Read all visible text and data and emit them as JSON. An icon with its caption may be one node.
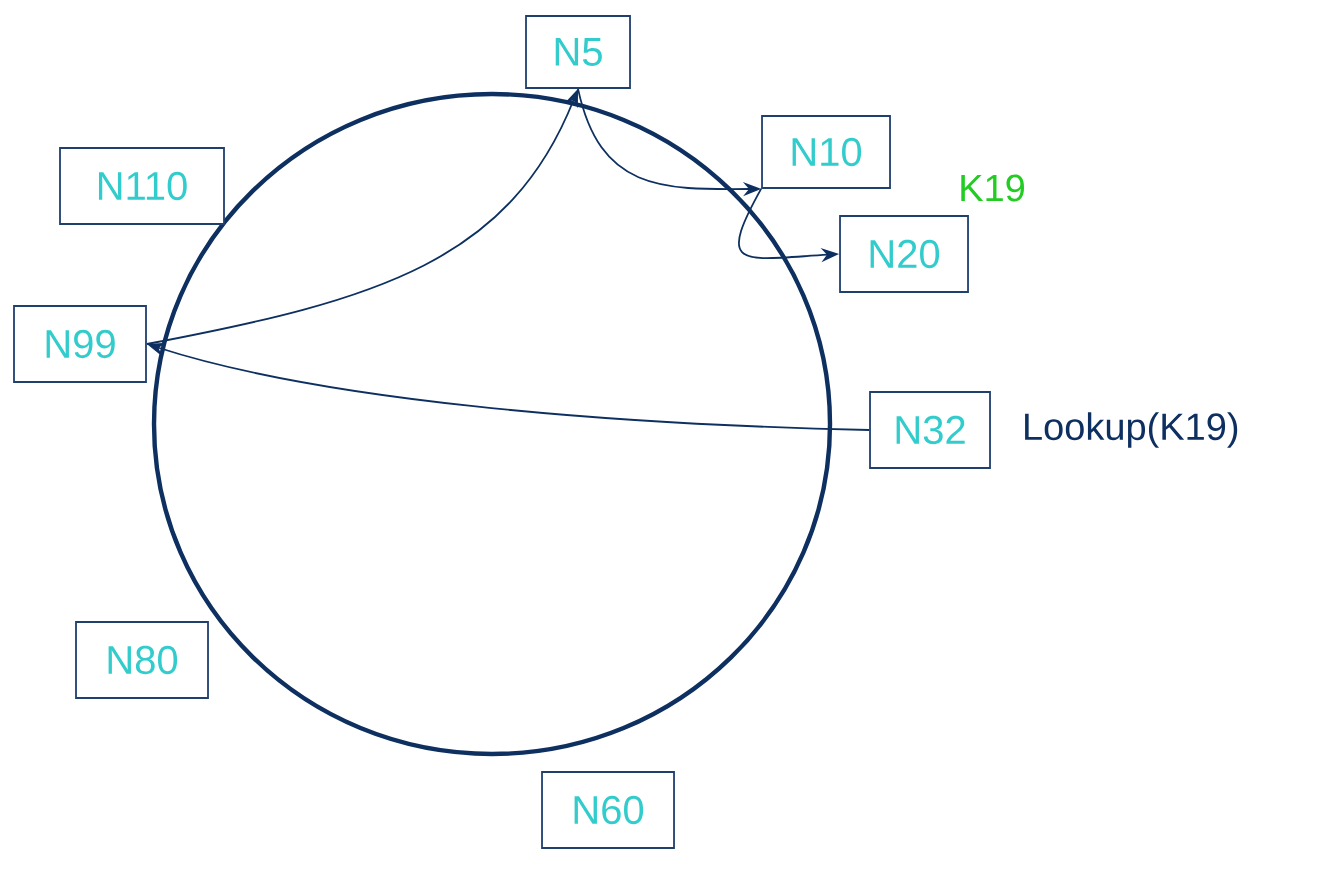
{
  "diagram": {
    "nodes": [
      {
        "text": [
          "N5"
        ]
      },
      {
        "text": [
          "N10"
        ]
      },
      {
        "text": [
          "N110"
        ]
      },
      {
        "text": [
          "N20"
        ]
      },
      {
        "text": [
          "N99"
        ]
      },
      {
        "text": [
          "N32"
        ],
        "beside": [
          "Lookup(K19)"
        ]
      },
      {
        "text": [
          "N80"
        ]
      },
      {
        "text": [
          "N60"
        ]
      }
    ],
    "edges": [
      {
        "from": 5,
        "to": 4,
        "arrow": "to"
      },
      {
        "from": 4,
        "to": 0,
        "arrow": "to"
      },
      {
        "from": 0,
        "to": 1,
        "arrow": "to"
      },
      {
        "from": 1,
        "to": 3,
        "arrow": "to"
      }
    ],
    "labels": [
      "K19"
    ]
  }
}
